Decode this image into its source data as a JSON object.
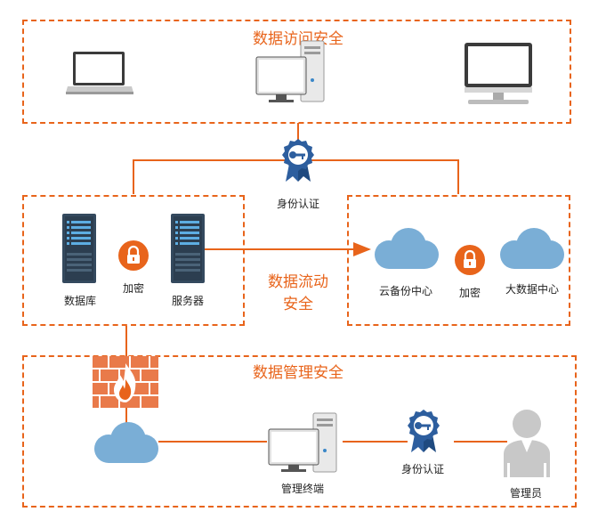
{
  "zones": {
    "access": {
      "title": "数据访问安全"
    },
    "flow": {
      "title_line1": "数据流动",
      "title_line2": "安全"
    },
    "management": {
      "title": "数据管理安全"
    }
  },
  "labels": {
    "auth_top": "身份认证",
    "database": "数据库",
    "encrypt_left": "加密",
    "server": "服务器",
    "cloud_backup": "云备份中心",
    "encrypt_right": "加密",
    "big_data": "大数据中心",
    "mgmt_terminal": "管理终端",
    "auth_bottom": "身份认证",
    "admin": "管理员"
  },
  "colors": {
    "accent": "#e8641b",
    "cloud": "#7aaed6",
    "server_dark": "#34495e",
    "server_rack": "#5dade2",
    "badge": "#2d5e9e",
    "person": "#c8c8c8",
    "firewall": "#e97a4a"
  }
}
